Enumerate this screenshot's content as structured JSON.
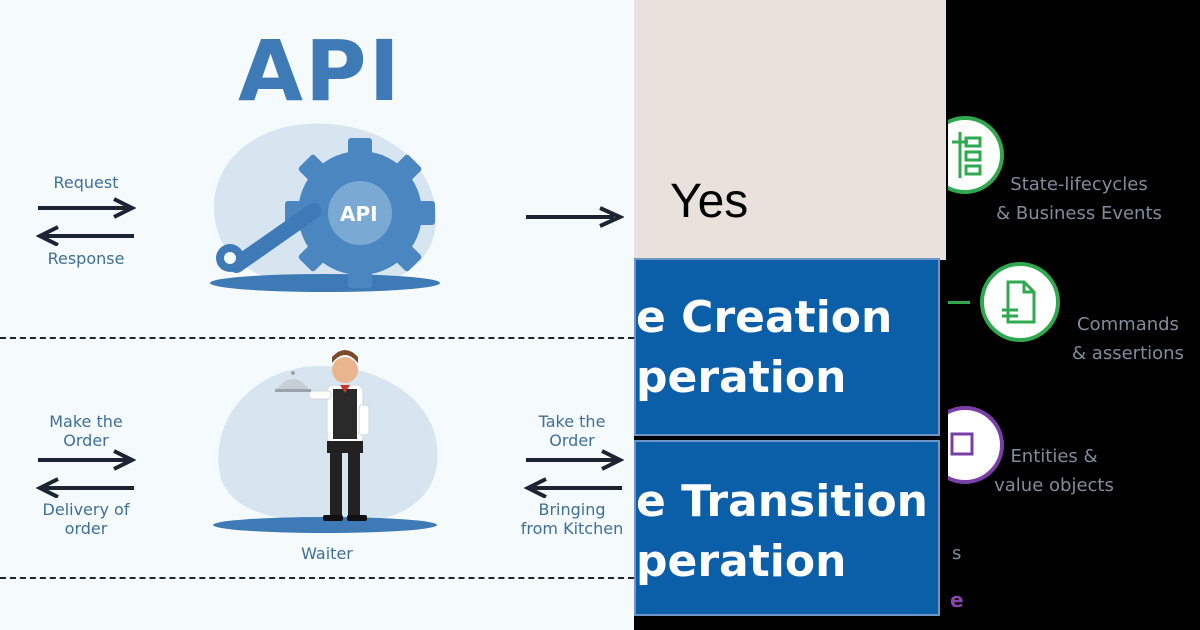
{
  "left_panel": {
    "title": "API",
    "gear_label": "API",
    "request_label": "Request",
    "response_label": "Response",
    "make_order_label": "Make the\nOrder",
    "delivery_label": "Delivery of\norder",
    "waiter_label": "Waiter",
    "take_order_label": "Take the\nOrder",
    "bringing_label": "Bringing\nfrom Kitchen"
  },
  "middle_panel": {
    "yes_text": "Yes",
    "creation_text": "e Creation\nperation",
    "transition_text": "e Transition\nperation"
  },
  "right_panel": {
    "items": [
      {
        "label": "State-lifecycles\n& Business Events",
        "icon": "state-lifecycle-icon",
        "color": "#2fa84f"
      },
      {
        "label": "Commands\n& assertions",
        "icon": "document-icon",
        "color": "#2fa84f"
      },
      {
        "label": "Entities &\nvalue objects",
        "icon": "square-icon",
        "color": "#7a3fa6"
      }
    ],
    "partial_text_1": "s",
    "partial_text_2": "e"
  },
  "colors": {
    "accent_blue": "#3e7bb6",
    "dark_navy": "#1c2433",
    "box_blue": "#0a5fa8",
    "green": "#2fa84f",
    "purple": "#7a3fa6"
  }
}
